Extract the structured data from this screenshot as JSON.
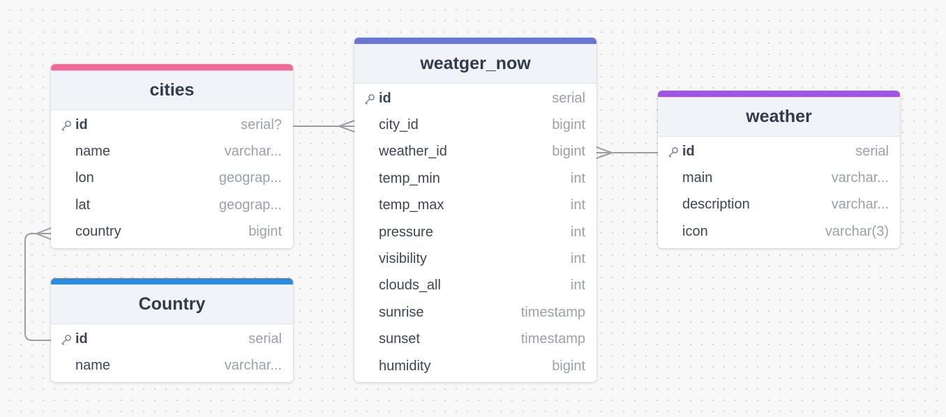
{
  "colors": {
    "cities": "#ef6b98",
    "weatger_now": "#6a76d3",
    "weather": "#9f57e3",
    "country": "#2b8de0",
    "connector": "#9a9da3"
  },
  "tables": {
    "cities": {
      "name": "cities",
      "columns": [
        {
          "name": "id",
          "type": "serial?",
          "pk": true
        },
        {
          "name": "name",
          "type": "varchar..."
        },
        {
          "name": "lon",
          "type": "geograp..."
        },
        {
          "name": "lat",
          "type": "geograp..."
        },
        {
          "name": "country",
          "type": "bigint"
        }
      ]
    },
    "country": {
      "name": "Country",
      "columns": [
        {
          "name": "id",
          "type": "serial",
          "pk": true
        },
        {
          "name": "name",
          "type": "varchar..."
        }
      ]
    },
    "weatger_now": {
      "name": "weatger_now",
      "columns": [
        {
          "name": "id",
          "type": "serial",
          "pk": true
        },
        {
          "name": "city_id",
          "type": "bigint"
        },
        {
          "name": "weather_id",
          "type": "bigint"
        },
        {
          "name": "temp_min",
          "type": "int"
        },
        {
          "name": "temp_max",
          "type": "int"
        },
        {
          "name": "pressure",
          "type": "int"
        },
        {
          "name": "visibility",
          "type": "int"
        },
        {
          "name": "clouds_all",
          "type": "int"
        },
        {
          "name": "sunrise",
          "type": "timestamp"
        },
        {
          "name": "sunset",
          "type": "timestamp"
        },
        {
          "name": "humidity",
          "type": "bigint"
        }
      ]
    },
    "weather": {
      "name": "weather",
      "columns": [
        {
          "name": "id",
          "type": "serial",
          "pk": true
        },
        {
          "name": "main",
          "type": "varchar..."
        },
        {
          "name": "description",
          "type": "varchar..."
        },
        {
          "name": "icon",
          "type": "varchar(3)"
        }
      ]
    }
  },
  "relationships": [
    {
      "from": "cities.id",
      "to": "weatger_now.city_id",
      "cardinality": "one-to-many"
    },
    {
      "from": "weather.id",
      "to": "weatger_now.weather_id",
      "cardinality": "one-to-many"
    },
    {
      "from": "country.id",
      "to": "cities.country",
      "cardinality": "one-to-many"
    }
  ]
}
